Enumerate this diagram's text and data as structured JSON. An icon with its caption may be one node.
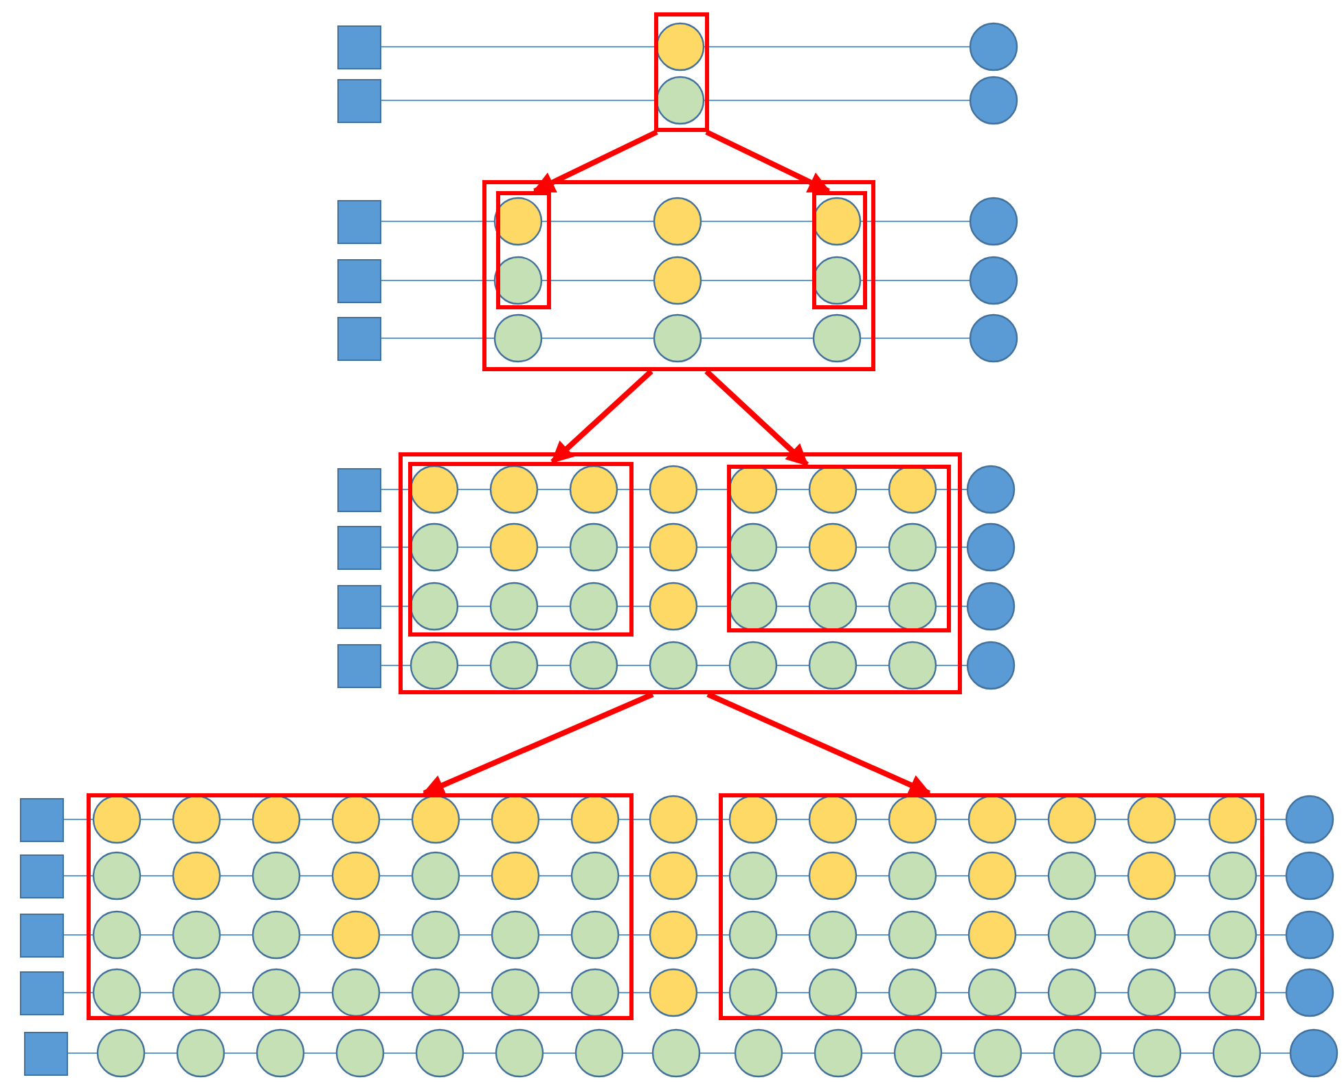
{
  "diagram": {
    "nodes": [
      {
        "text": [],
        "shape": "box"
      },
      {
        "text": [],
        "shape": "box"
      },
      {
        "text": [],
        "shape": "box",
        "in": 1
      },
      {
        "text": [],
        "shape": "box",
        "in": 1
      },
      {
        "text": [],
        "shape": "box"
      },
      {
        "text": [],
        "shape": "box",
        "in": 4
      },
      {
        "text": [],
        "shape": "box",
        "in": 4
      },
      {
        "text": [],
        "shape": "box"
      },
      {
        "text": [],
        "shape": "box"
      }
    ],
    "edges": [
      {
        "from": 0,
        "to": 2,
        "arrow": "to"
      },
      {
        "from": 0,
        "to": 3,
        "arrow": "to"
      },
      {
        "from": 1,
        "to": 5,
        "arrow": "to"
      },
      {
        "from": 1,
        "to": 6,
        "arrow": "to"
      },
      {
        "from": 4,
        "to": 7,
        "arrow": "to"
      },
      {
        "from": 4,
        "to": 8,
        "arrow": "to"
      }
    ]
  }
}
